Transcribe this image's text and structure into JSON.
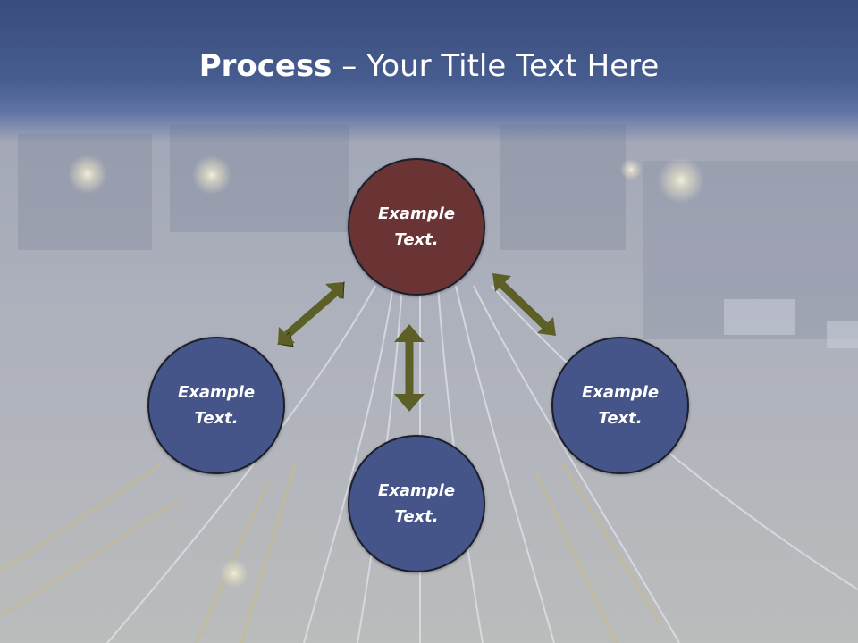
{
  "slide": {
    "title_bold": "Process",
    "title_rest": " – Your Title Text Here"
  },
  "nodes": {
    "top": {
      "line1": "Example",
      "line2": "Text."
    },
    "left": {
      "line1": "Example",
      "line2": "Text."
    },
    "right": {
      "line1": "Example",
      "line2": "Text."
    },
    "bottom": {
      "line1": "Example",
      "line2": "Text."
    }
  },
  "colors": {
    "title_band": "#3a4d7c",
    "top_node": "#6b3434",
    "other_nodes": "#45558a",
    "arrows": "#5c5f26"
  }
}
